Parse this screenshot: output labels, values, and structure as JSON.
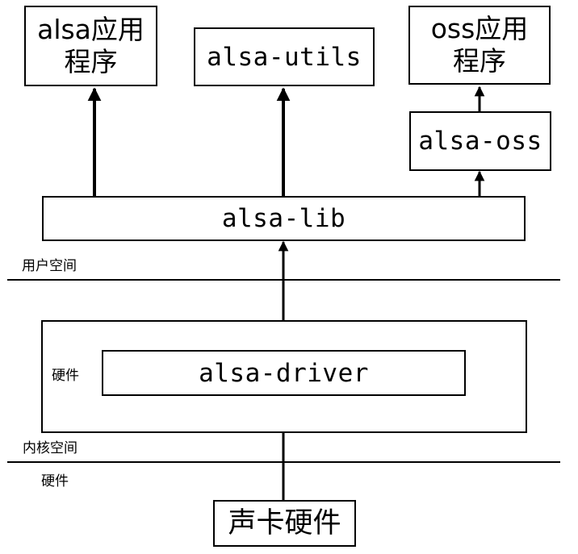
{
  "boxes": {
    "alsa_app": "alsa应用\n程序",
    "alsa_utils": "alsa-utils",
    "oss_app": "oss应用\n程序",
    "alsa_oss": "alsa-oss",
    "alsa_lib": "alsa-lib",
    "hardware_inner": "硬件",
    "alsa_driver": "alsa-driver",
    "sound_card": "声卡硬件"
  },
  "zones": {
    "user_space": "用户空间",
    "kernel_space": "内核空间",
    "hardware": "硬件"
  },
  "colors": {
    "stroke": "#000000",
    "background": "#ffffff"
  }
}
